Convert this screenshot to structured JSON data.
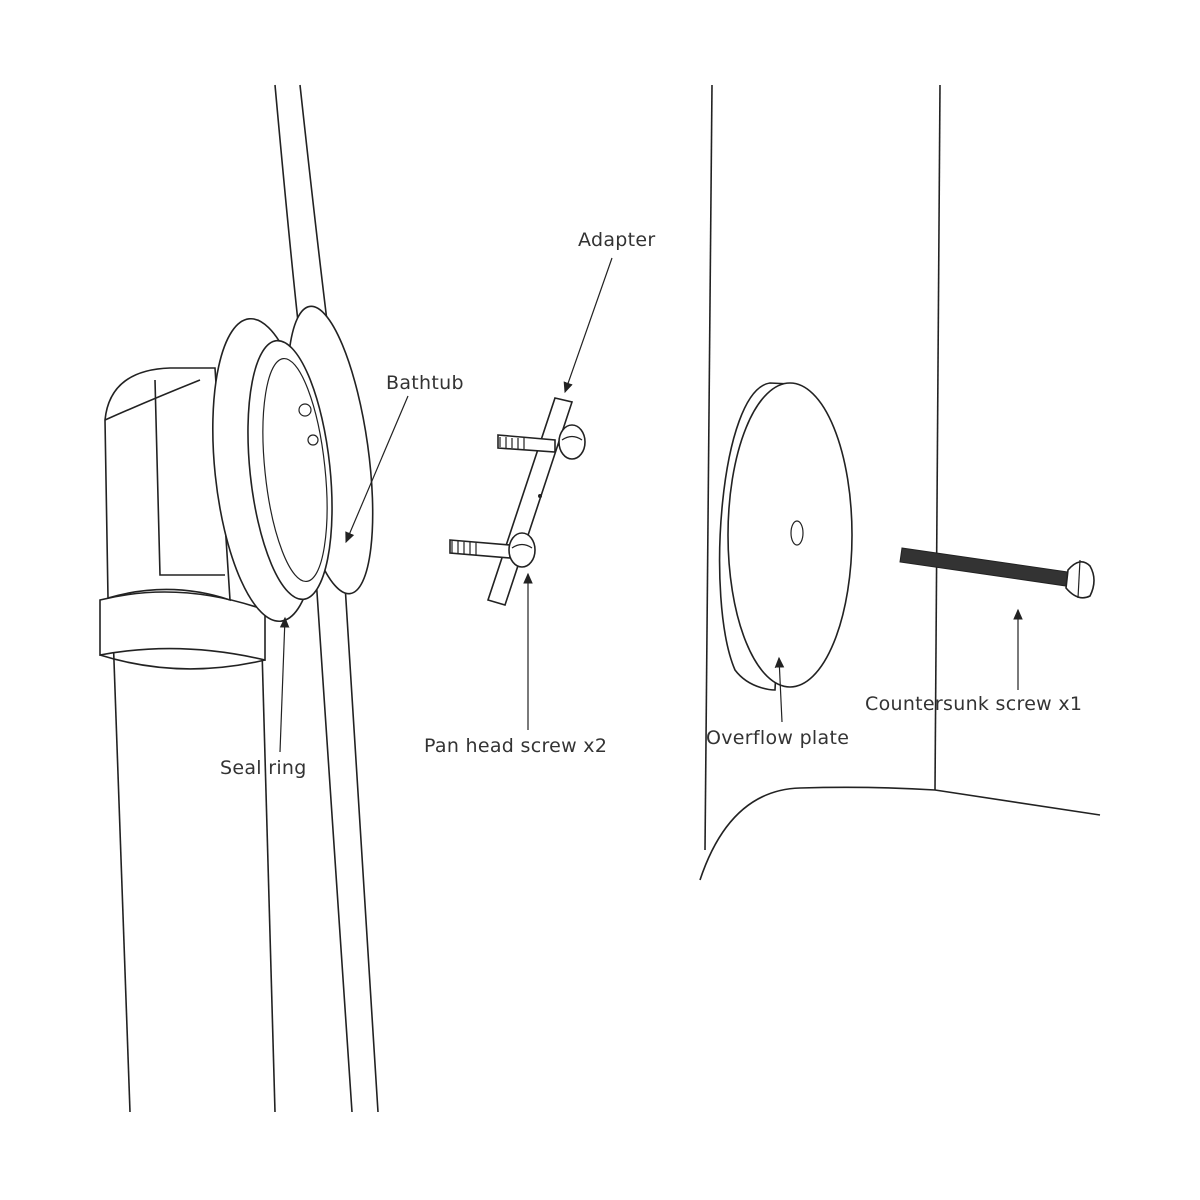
{
  "diagram": {
    "labels": {
      "adapter": "Adapter",
      "bathtub": "Bathtub",
      "seal_ring": "Seal ring",
      "pan_head_screw": "Pan head screw x2",
      "overflow_plate": "Overflow plate",
      "countersunk_screw": "Countersunk screw x1"
    }
  }
}
